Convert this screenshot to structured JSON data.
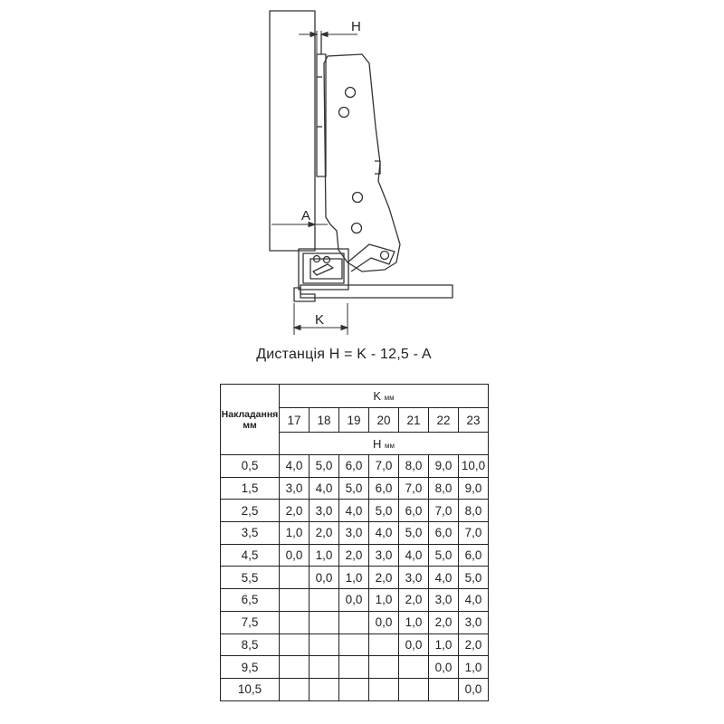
{
  "diagram": {
    "labels": {
      "h": "H",
      "a": "A",
      "k": "K"
    },
    "formula": "Дистанція H = K - 12,5 - A"
  },
  "table": {
    "overlay_header": [
      "Накладання",
      "мм"
    ],
    "k_header": {
      "symbol": "K",
      "unit": "мм"
    },
    "h_header": {
      "symbol": "H",
      "unit": "мм"
    },
    "k_values": [
      "17",
      "18",
      "19",
      "20",
      "21",
      "22",
      "23"
    ],
    "rows": [
      {
        "overlay": "0,5",
        "h": [
          "4,0",
          "5,0",
          "6,0",
          "7,0",
          "8,0",
          "9,0",
          "10,0"
        ]
      },
      {
        "overlay": "1,5",
        "h": [
          "3,0",
          "4,0",
          "5,0",
          "6,0",
          "7,0",
          "8,0",
          "9,0"
        ]
      },
      {
        "overlay": "2,5",
        "h": [
          "2,0",
          "3,0",
          "4,0",
          "5,0",
          "6,0",
          "7,0",
          "8,0"
        ]
      },
      {
        "overlay": "3,5",
        "h": [
          "1,0",
          "2,0",
          "3,0",
          "4,0",
          "5,0",
          "6,0",
          "7,0"
        ]
      },
      {
        "overlay": "4,5",
        "h": [
          "0,0",
          "1,0",
          "2,0",
          "3,0",
          "4,0",
          "5,0",
          "6,0"
        ]
      },
      {
        "overlay": "5,5",
        "h": [
          "",
          "0,0",
          "1,0",
          "2,0",
          "3,0",
          "4,0",
          "5,0"
        ]
      },
      {
        "overlay": "6,5",
        "h": [
          "",
          "",
          "0,0",
          "1,0",
          "2,0",
          "3,0",
          "4,0"
        ]
      },
      {
        "overlay": "7,5",
        "h": [
          "",
          "",
          "",
          "0,0",
          "1,0",
          "2,0",
          "3,0"
        ]
      },
      {
        "overlay": "8,5",
        "h": [
          "",
          "",
          "",
          "",
          "0,0",
          "1,0",
          "2,0"
        ]
      },
      {
        "overlay": "9,5",
        "h": [
          "",
          "",
          "",
          "",
          "",
          "0,0",
          "1,0"
        ]
      },
      {
        "overlay": "10,5",
        "h": [
          "",
          "",
          "",
          "",
          "",
          "",
          "0,0"
        ]
      }
    ]
  }
}
